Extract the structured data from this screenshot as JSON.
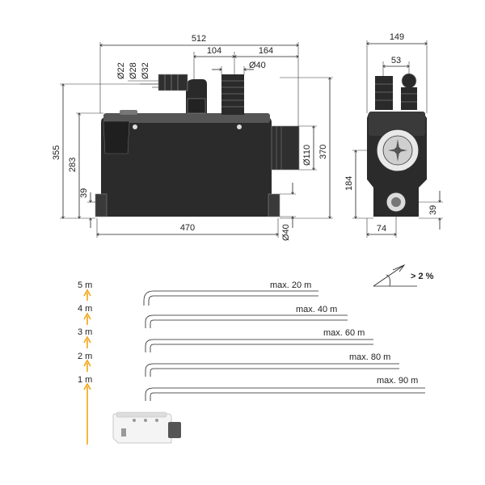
{
  "front_view": {
    "width_top": "512",
    "dim_104": "104",
    "dim_164": "164",
    "inlet_40": "Ø40",
    "inlet_22": "Ø22",
    "inlet_28": "Ø28",
    "inlet_32": "Ø32",
    "outlet_110": "Ø110",
    "height_355": "355",
    "height_283": "283",
    "height_39": "39",
    "height_370": "370",
    "width_bottom": "470",
    "bottom_40": "Ø40"
  },
  "side_view": {
    "width_top": "149",
    "dim_53": "53",
    "height_184": "184",
    "height_39": "39",
    "width_74": "74"
  },
  "slope": {
    "label": "> 2 %"
  },
  "performance": {
    "heights": [
      "5 m",
      "4 m",
      "3 m",
      "2 m",
      "1 m"
    ],
    "distances": [
      "max. 20 m",
      "max. 40 m",
      "max. 60 m",
      "max. 80 m",
      "max. 90 m"
    ],
    "arrow_color": "#f2a516"
  }
}
